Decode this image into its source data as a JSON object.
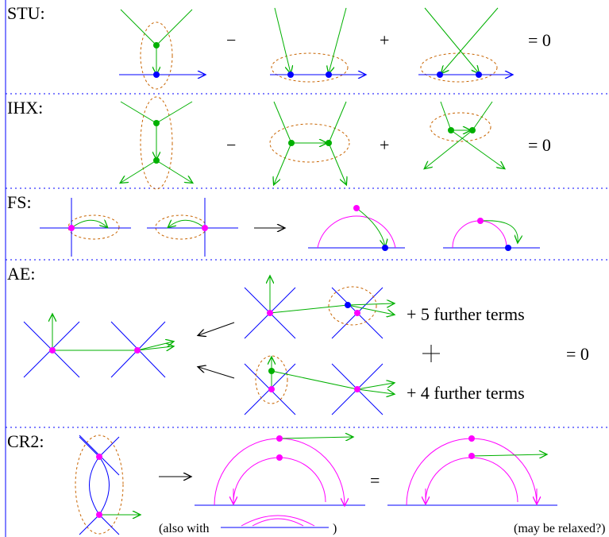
{
  "labels": {
    "stu": "STU:",
    "ihx": "IHX:",
    "fs": "FS:",
    "ae": "AE:",
    "cr2": "CR2:"
  },
  "operators": {
    "minus": "−",
    "plus": "+",
    "eq0": "= 0",
    "eq": "="
  },
  "ae_text": {
    "further5": "+ 5 further terms",
    "further4": "+ 4 further terms"
  },
  "cr2_text": {
    "also_with_open": "(also with",
    "also_with_close": ")",
    "relaxed": "(may be relaxed?)"
  },
  "colors": {
    "green": "#00b000",
    "blue": "#0000ff",
    "magenta": "#ff00ff",
    "orange": "#c86400",
    "black": "#000000"
  }
}
